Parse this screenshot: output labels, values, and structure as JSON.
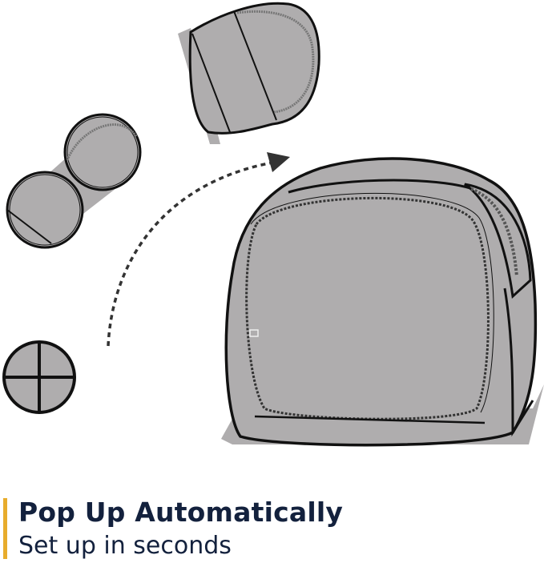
{
  "caption": {
    "title": "Pop Up Automatically",
    "subtitle": "Set up in seconds"
  },
  "illustration": {
    "description": "Sequence of a folded pop-up tent unfolding into an assembled tent",
    "stages": [
      {
        "name": "folded-disc",
        "icon": "folded-disc-icon"
      },
      {
        "name": "half-unfolded-discs",
        "icon": "twin-discs-icon"
      },
      {
        "name": "opening-panels",
        "icon": "opening-panels-icon"
      },
      {
        "name": "assembled-tent",
        "icon": "tent-icon"
      }
    ],
    "arrow": "dotted-curved-arrow-icon"
  },
  "colors": {
    "accent": "#e8ac2c",
    "text": "#13213d",
    "fabric": "#afadae",
    "outline": "#111111"
  }
}
